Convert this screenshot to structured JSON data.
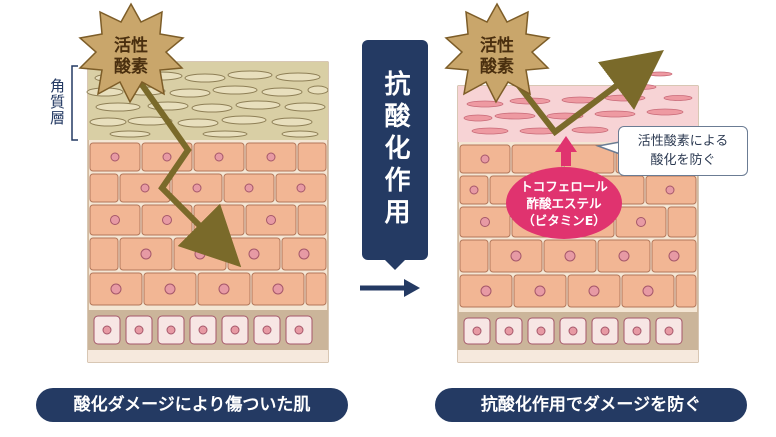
{
  "left_panel": {
    "burst_label": "活性\n酸素",
    "stratum_label": "角質層",
    "caption": "酸化ダメージにより傷ついた肌"
  },
  "center": {
    "label": "抗酸化作用"
  },
  "right_panel": {
    "burst_label": "活性\n酸素",
    "vitamin_label": "トコフェロール\n酢酸エステル\n（ビタミンE）",
    "callout": "活性酸素による\n酸化を防ぐ",
    "caption": "抗酸化作用でダメージを防ぐ"
  },
  "colors": {
    "navy": "#243a63",
    "burst_fill": "#c9a66b",
    "arrow": "#7a6a2a",
    "cell_fill": "#f2b694",
    "nucleus": "#e79aa4",
    "stratum_fill": "#d9cfa5",
    "protected_fill": "#f7d3d5",
    "vitamin_pink": "#e0336f"
  }
}
